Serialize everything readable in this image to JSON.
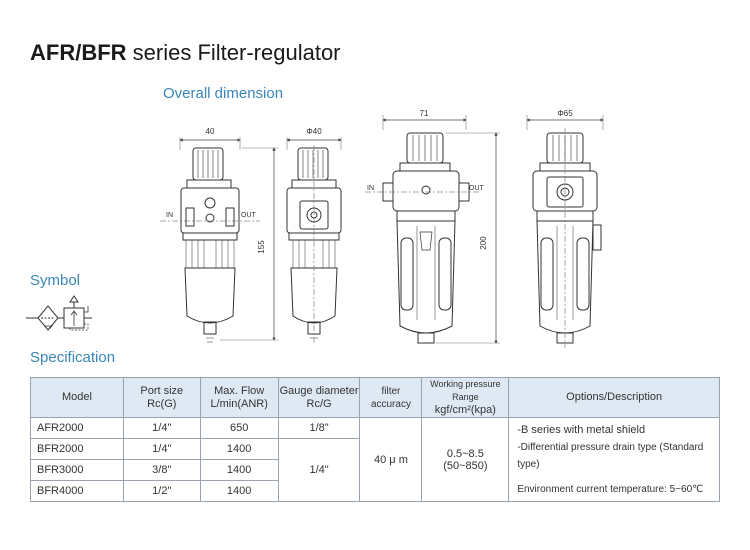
{
  "title": {
    "bold": "AFR/BFR",
    "rest": " series Filter-regulator"
  },
  "sections": {
    "overall_dimension": "Overall dimension",
    "symbol": "Symbol",
    "specification": "Specification"
  },
  "drawings": {
    "afr_front": {
      "dim_width": "40",
      "dim_height": "155",
      "port_in": "IN",
      "port_out": "OUT"
    },
    "afr_side": {
      "dim_diameter": "Φ40"
    },
    "bfr_front": {
      "dim_width": "71",
      "dim_height": "200",
      "port_in": "IN",
      "port_out": "OUT"
    },
    "bfr_side": {
      "dim_diameter": "Φ65"
    }
  },
  "table": {
    "headers": {
      "model": "Model",
      "port_size_1": "Port size",
      "port_size_2": "Rc(G)",
      "flow_1": "Max. Flow",
      "flow_2": "L/min(ANR)",
      "gauge_1": "Gauge diameter",
      "gauge_2": "Rc/G",
      "filter": "filter accuracy",
      "pressure_1": "Working pressure Range",
      "pressure_2": "kgf/cm²(kpa)",
      "options": "Options/Description"
    },
    "rows": [
      {
        "model": "AFR2000",
        "port": "1/4\"",
        "flow": "650",
        "gauge": "1/8\""
      },
      {
        "model": "BFR2000",
        "port": "1/4\"",
        "flow": "1400"
      },
      {
        "model": "BFR3000",
        "port": "3/8\"",
        "flow": "1400"
      },
      {
        "model": "BFR4000",
        "port": "1/2\"",
        "flow": "1400"
      }
    ],
    "shared": {
      "gauge_bfr": "1/4\"",
      "filter_accuracy": "40 μ m",
      "pressure_1": "0.5~8.5",
      "pressure_2": "(50~850)"
    },
    "options": {
      "line1": "-B series with metal shield",
      "line2": "-Differential pressure drain type (Standard type)",
      "line3": "Environment current temperature:  5~60℃"
    }
  }
}
